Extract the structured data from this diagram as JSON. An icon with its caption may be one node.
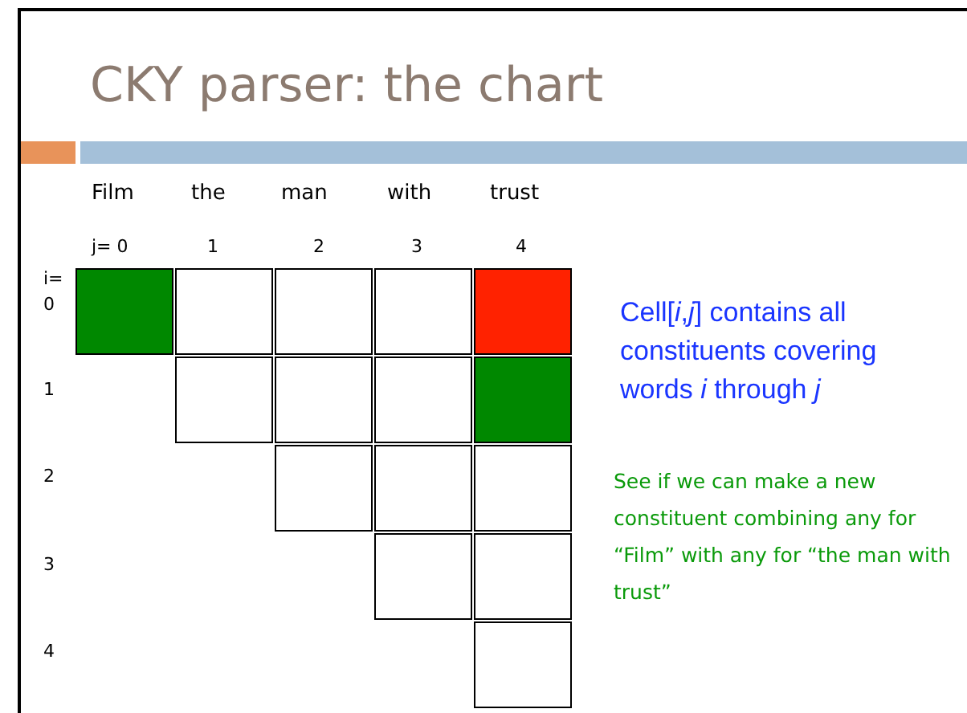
{
  "diagram": {
    "title": "CKY parser: the chart",
    "nodes": [
      {
        "text": [],
        "shape": "box"
      },
      {
        "text": [],
        "shape": "box"
      },
      {
        "text": [],
        "shape": "box"
      },
      {
        "text": [],
        "shape": "box"
      },
      {
        "text": [],
        "shape": "box"
      },
      {
        "text": [],
        "shape": "box"
      },
      {
        "text": [],
        "shape": "box"
      },
      {
        "text": [],
        "shape": "box"
      },
      {
        "text": [],
        "shape": "box"
      },
      {
        "text": [],
        "shape": "box"
      },
      {
        "text": [],
        "shape": "box"
      },
      {
        "text": [],
        "shape": "box"
      },
      {
        "text": [],
        "shape": "box"
      },
      {
        "text": [],
        "shape": "box"
      },
      {
        "text": [],
        "shape": "box"
      }
    ],
    "labels": [
      "Film",
      "the",
      "man",
      "with",
      "trust",
      "j= 0",
      "1",
      "2",
      "3",
      "4",
      "i=",
      "0",
      "1",
      "2",
      "3",
      "4",
      "Cell[*i*,*j*] contains all constituents covering words *i* through *j*",
      "See if we can make a new constituent combining any for “Film” with any for “the man with trust”"
    ]
  }
}
